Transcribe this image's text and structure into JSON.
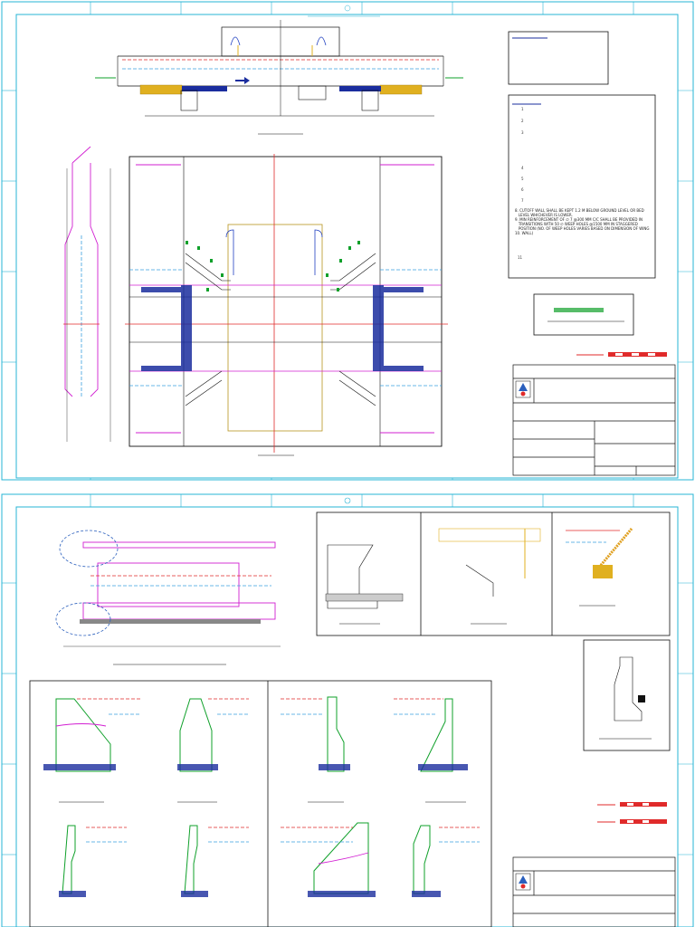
{
  "sheets": [
    {
      "id": "sheet-1",
      "notes": {
        "numbers": [
          "1",
          "2",
          "3",
          "4",
          "5",
          "6",
          "7",
          "11"
        ],
        "note_8_9": "8. CUTOFF WALL SHALL BE KEPT 1.2 M BELOW GROUND LEVEL OR BED\n   LEVEL WHICHEVER IS LOWER.\n9. MIN REINFORCEMENT OF ∅ 7 @300 MM C/C SHALL BE PROVIDED IN\n   TRANSITIONS WITH 50 ∅ WEEP HOLES @1500 MM IN STAGGERED\n   POSITION (NO. OF WEEP HOLES VARIES BASED ON DIMENSION OF WING\n10. WALL)"
      }
    },
    {
      "id": "sheet-2"
    }
  ],
  "colors": {
    "border": "#27b4d6",
    "section_line": "#e02a2a",
    "water_line": "#3aa0e0",
    "concrete_outline": "#d21fd2",
    "reinforcement": "#0fa02a",
    "pcc": "#1a2d9e",
    "sand_fill": "#e0b020",
    "center_box": "#b8941e",
    "logo": "#2a5fbd"
  },
  "icons": [
    "logo-icon",
    "flow-arrow-icon"
  ]
}
